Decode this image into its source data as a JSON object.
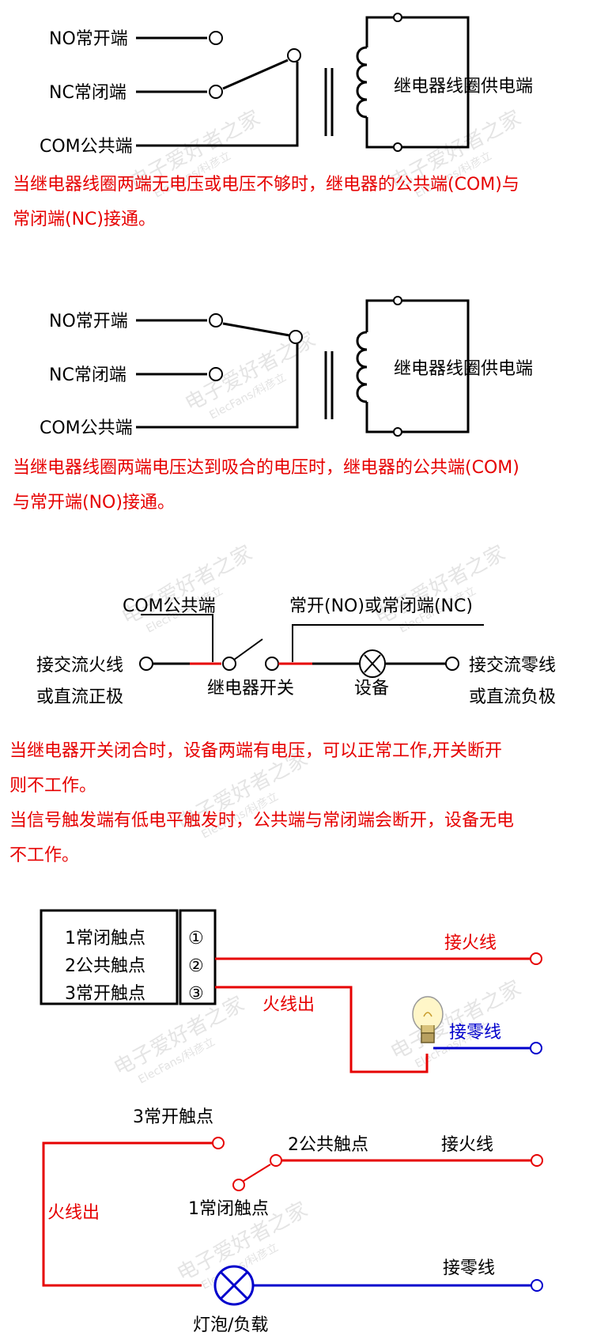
{
  "watermark": {
    "text": "电子爱好者之家",
    "sub": "ElecFans/科彦立"
  },
  "colors": {
    "black": "#000000",
    "red": "#e60000",
    "blue": "#0000cc"
  },
  "section1": {
    "no_label": "NO常开端",
    "nc_label": "NC常闭端",
    "com_label": "COM公共端",
    "coil_label": "继电器线圈供电端",
    "caption_line1": "当继电器线圈两端无电压或电压不够时，继电器的公共端(COM)与",
    "caption_line2": "常闭端(NC)接通。"
  },
  "section2": {
    "no_label": "NO常开端",
    "nc_label": "NC常闭端",
    "com_label": "COM公共端",
    "coil_label": "继电器线圈供电端",
    "caption_line1": "当继电器线圈两端电压达到吸合的电压时，继电器的公共端(COM)",
    "caption_line2": "与常开端(NO)接通。"
  },
  "section3": {
    "com_label": "COM公共端",
    "no_nc_label": "常开(NO)或常闭端(NC)",
    "left_line1": "接交流火线",
    "left_line2": "或直流正极",
    "switch_label": "继电器开关",
    "device_label": "设备",
    "right_line1": "接交流零线",
    "right_line2": "或直流负极",
    "caption_line1": "当继电器开关闭合时，设备两端有电压，可以正常工作,开关断开",
    "caption_line2": "则不工作。",
    "caption_line3": "当信号触发端有低电平触发时，公共端与常闭端会断开，设备无电",
    "caption_line4": "不工作。"
  },
  "section4": {
    "contact1": "1常闭触点",
    "contact2": "2公共触点",
    "contact3": "3常开触点",
    "pin1": "①",
    "pin2": "②",
    "pin3": "③",
    "live_in": "接火线",
    "live_out": "火线出",
    "neutral": "接零线"
  },
  "section5": {
    "contact3": "3常开触点",
    "contact2": "2公共触点",
    "contact1": "1常闭触点",
    "live_in": "接火线",
    "live_out": "火线出",
    "neutral": "接零线",
    "load": "灯泡/负载"
  }
}
